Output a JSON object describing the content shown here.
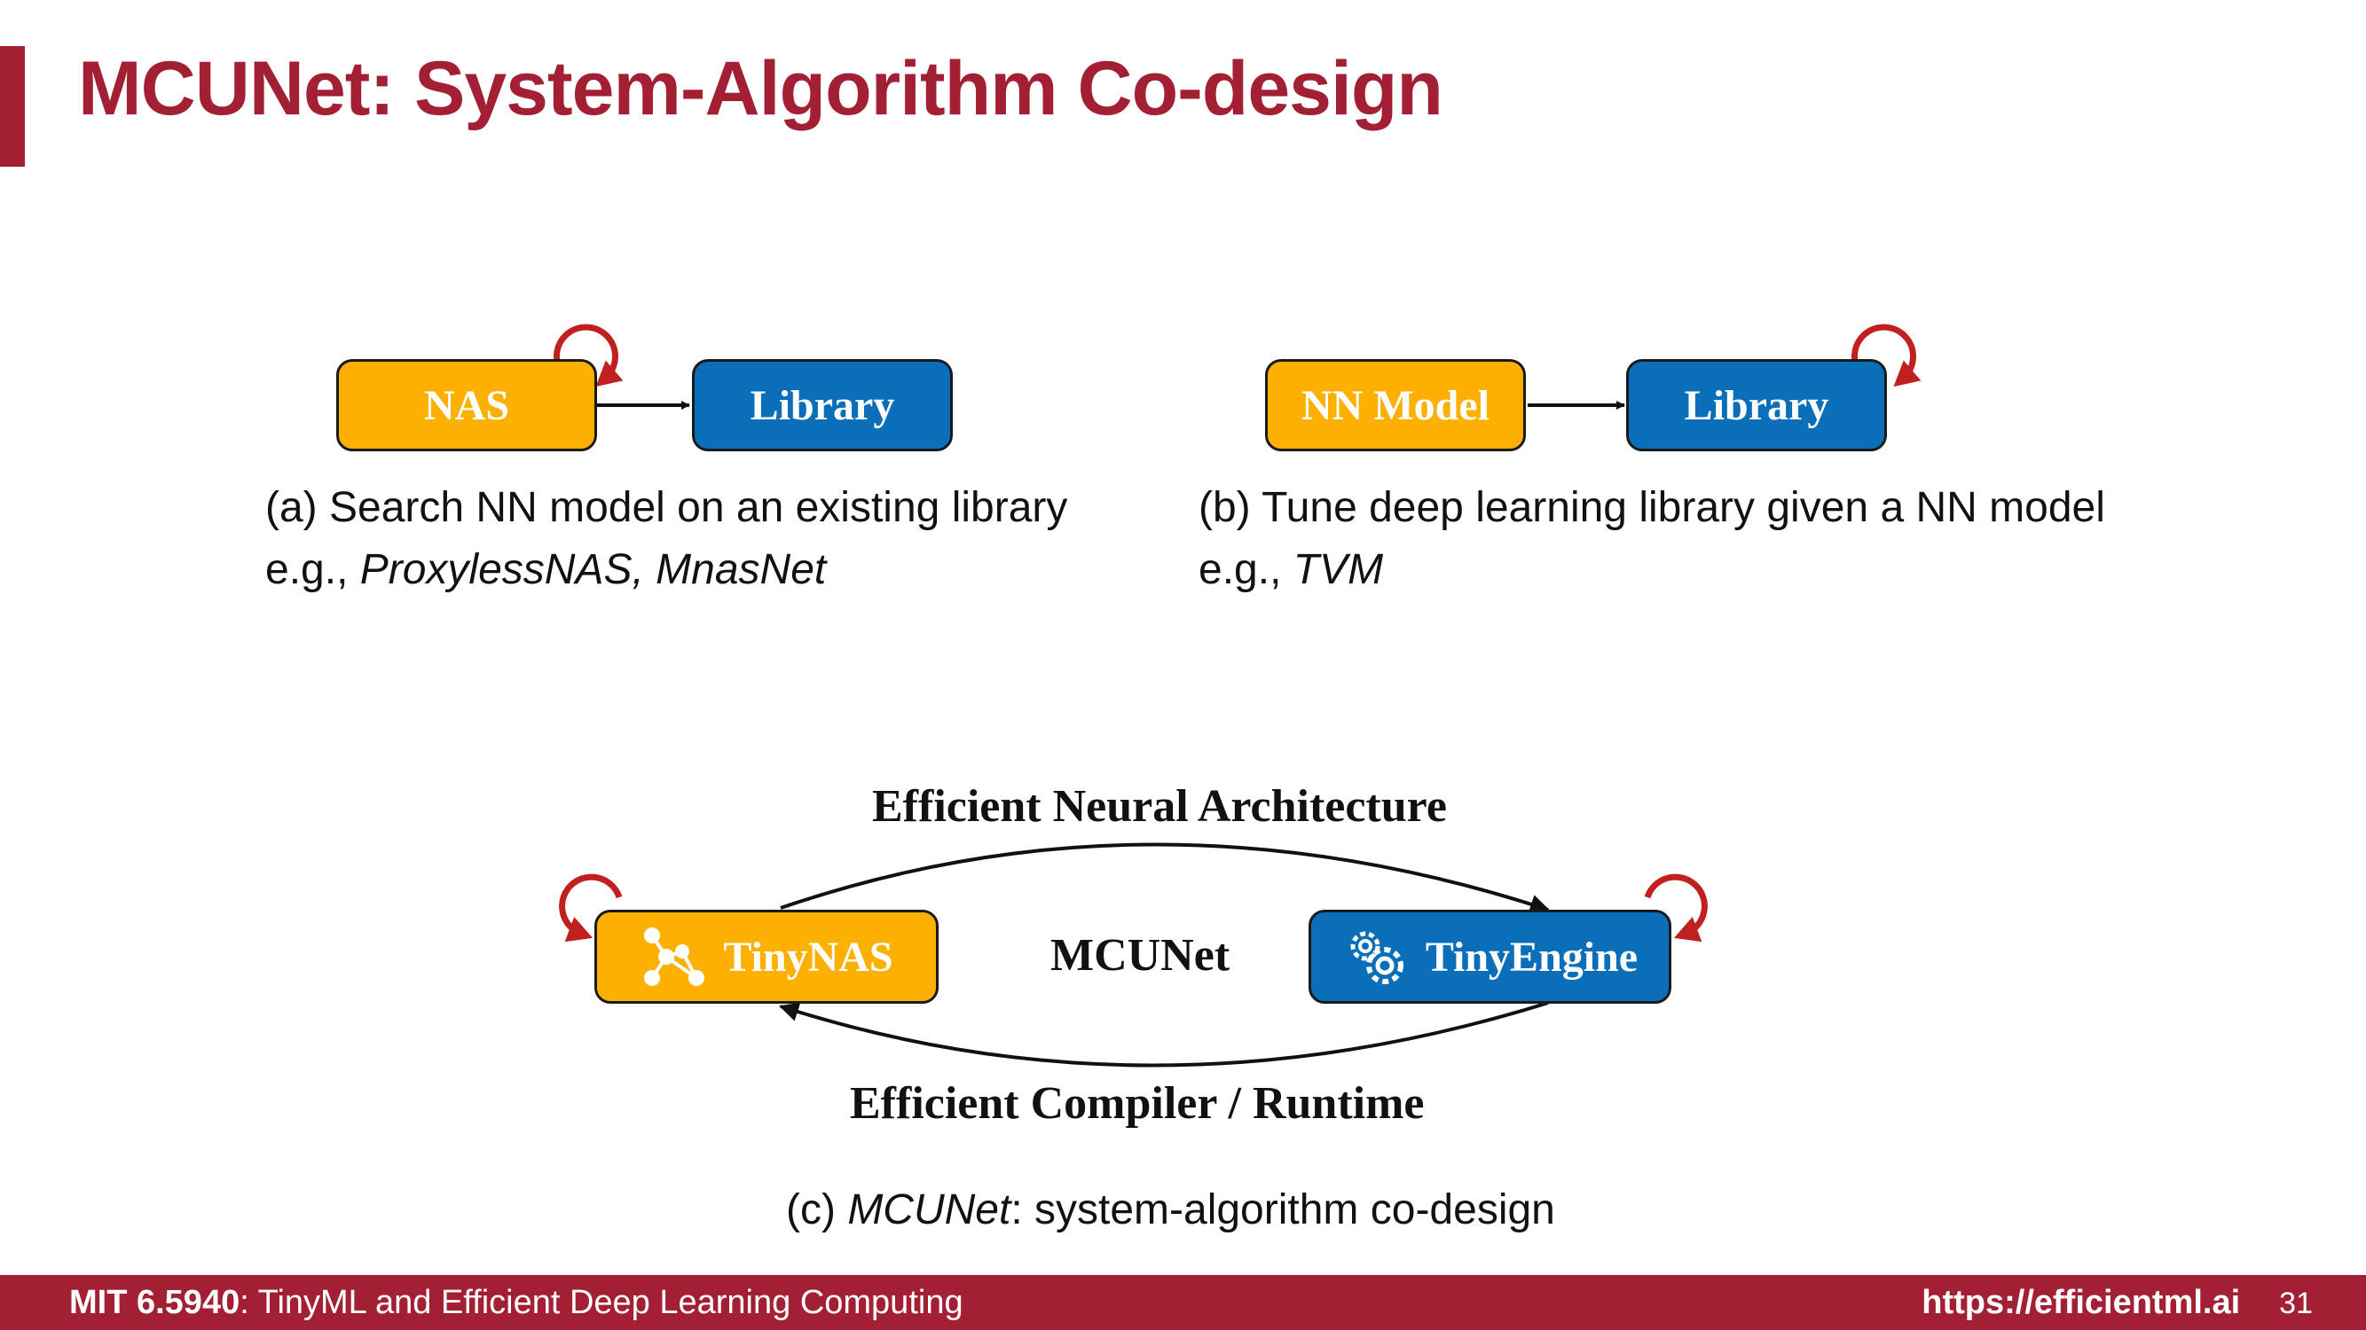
{
  "slide": {
    "title": "MCUNet: System-Algorithm Co-design"
  },
  "panel_a": {
    "box_left": "NAS",
    "box_right": "Library",
    "caption_line1": "(a) Search NN model on an existing library",
    "caption_prefix": "e.g., ",
    "caption_examples": "ProxylessNAS, MnasNet"
  },
  "panel_b": {
    "box_left": "NN Model",
    "box_right": "Library",
    "caption_line1": "(b) Tune deep learning library given a NN model",
    "caption_prefix": "e.g., ",
    "caption_examples": "TVM"
  },
  "panel_c": {
    "top_label": "Efficient Neural Architecture",
    "center_label": "MCUNet",
    "bottom_label": "Efficient Compiler / Runtime",
    "box_left": "TinyNAS",
    "box_right": "TinyEngine",
    "left_icon": "network-graph-icon",
    "right_icon": "gears-icon",
    "caption_prefix": "(c) ",
    "caption_name": "MCUNet",
    "caption_rest": ": system-algorithm co-design"
  },
  "footer": {
    "course_code": "MIT 6.5940",
    "course_name": ": TinyML and Efficient Deep Learning Computing",
    "url": "https://efficientml.ai",
    "page_number": "31"
  },
  "colors": {
    "brand": "#A31F34",
    "orange_box": "#FBB002",
    "blue_box": "#0A6EB8",
    "loop_arrow": "#C0201E"
  }
}
